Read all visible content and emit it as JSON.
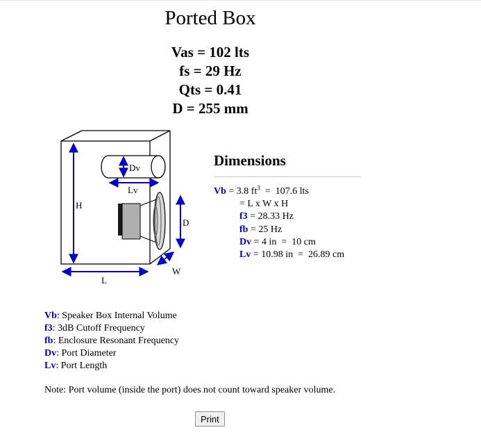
{
  "title": "Ported Box",
  "params": [
    {
      "label": "Vas",
      "text": "Vas = 102 lts"
    },
    {
      "label": "fs",
      "text": "fs = 29 Hz"
    },
    {
      "label": "Qts",
      "text": "Qts = 0.41"
    },
    {
      "label": "D",
      "text": "D = 255 mm"
    }
  ],
  "diagram": {
    "labels": {
      "dv": "Dv",
      "lv": "Lv",
      "h": "H",
      "d": "D",
      "w": "W",
      "l": "L"
    },
    "colors": {
      "arrow": "#0000cc",
      "line": "#000000",
      "speaker_body": "#b0b0b0",
      "magnet": "#1a1a1a"
    }
  },
  "dimensions": {
    "title": "Dimensions",
    "vb_key": "Vb",
    "vb_value_ft": " = 3.8 ft",
    "vb_ft_exp": "3",
    "vb_value_lts": "  =  107.6 lts",
    "formula": "= L x W x H",
    "f3_key": "f3",
    "f3_value": " = 28.33 Hz",
    "fb_key": "fb",
    "fb_value": " = 25 Hz",
    "dv_key": "Dv",
    "dv_value": " = 4 in  =  10 cm",
    "lv_key": "Lv",
    "lv_value": " = 10.98 in  =  26.89 cm"
  },
  "legend": [
    {
      "key": "Vb",
      "text": ": Speaker Box Internal Volume"
    },
    {
      "key": "f3",
      "text": ": 3dB Cutoff Frequency"
    },
    {
      "key": "fb",
      "text": ": Enclosure Resonant Frequency"
    },
    {
      "key": "Dv",
      "text": ": Port Diameter"
    },
    {
      "key": "Lv",
      "text": ": Port Length"
    }
  ],
  "note": "Note: Port volume (inside the port) does not count toward speaker volume.",
  "print_label": "Print",
  "colors": {
    "key_blue": "#0000cc"
  }
}
